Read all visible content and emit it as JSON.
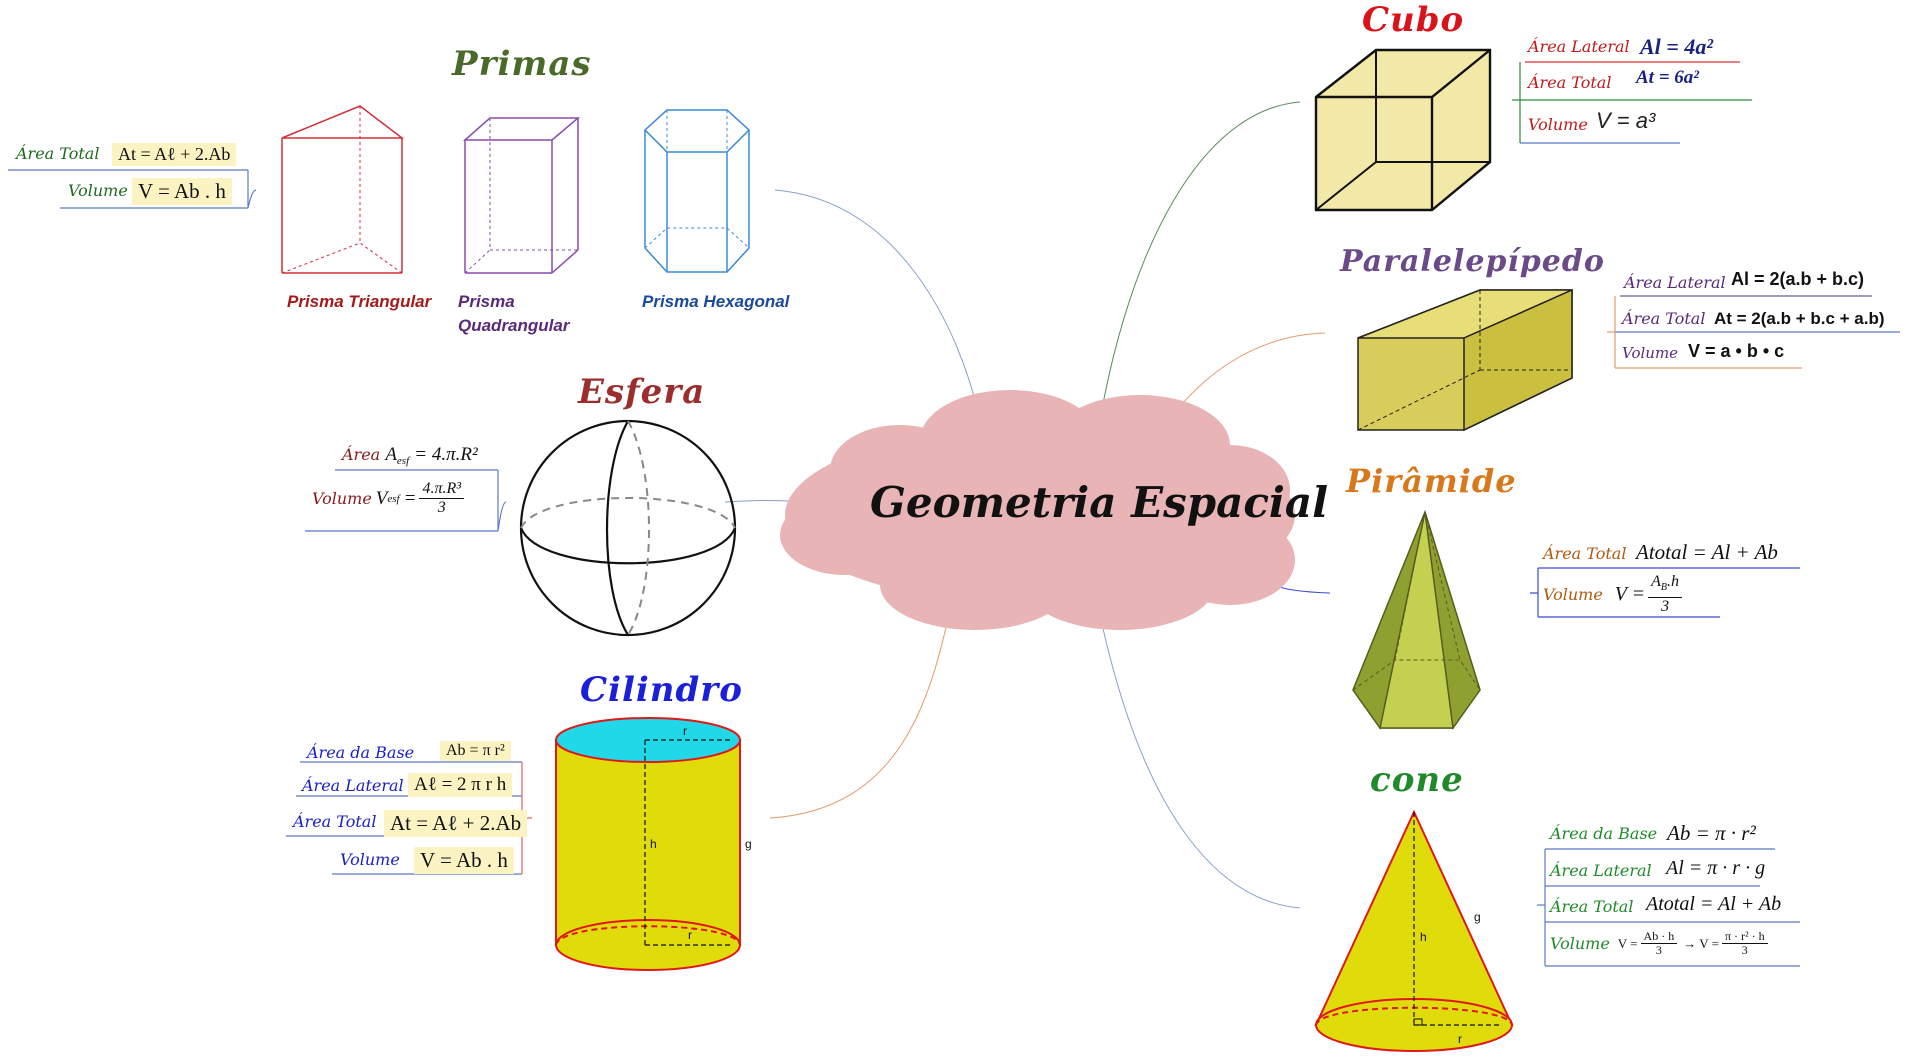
{
  "center": {
    "title": "Geometria Espacial"
  },
  "prismas": {
    "title": "Primas",
    "captions": {
      "triangular": "Prisma Triangular",
      "quadrangular": "Prisma Quadrangular",
      "hexagonal": "Prisma Hexagonal"
    },
    "formulas": {
      "area_total_label": "Área Total",
      "area_total": "At = Aℓ + 2.Ab",
      "volume_label": "Volume",
      "volume": "V = Ab . h"
    }
  },
  "esfera": {
    "title": "Esfera",
    "area_label": "Área",
    "area_lhs": "A",
    "area_sub": "esf",
    "area_rhs": "= 4.π.R²",
    "volume_label": "Volume",
    "volume_lhs": "V",
    "volume_sub": "esf",
    "volume_eq": "=",
    "volume_num": "4.π.R³",
    "volume_den": "3"
  },
  "cilindro": {
    "title": "Cilindro",
    "area_base_label": "Área da Base",
    "area_base": "Ab = π r²",
    "area_lateral_label": "Área Lateral",
    "area_lateral": "Aℓ = 2 π r h",
    "area_total_label": "Área Total",
    "area_total": "At = Aℓ + 2.Ab",
    "volume_label": "Volume",
    "volume": "V = Ab . h",
    "fig_r": "r",
    "fig_h": "h",
    "fig_g": "g"
  },
  "cubo": {
    "title": "Cubo",
    "area_lateral_label": "Área Lateral",
    "area_lateral": "Al = 4a²",
    "area_total_label": "Área Total",
    "area_total": "At = 6a²",
    "volume_label": "Volume",
    "volume": "V = a³"
  },
  "paralelepipedo": {
    "title": "Paralelepípedo",
    "area_lateral_label": "Área Lateral",
    "area_lateral": "Al = 2(a.b + b.c)",
    "area_total_label": "Área Total",
    "area_total": "At = 2(a.b + b.c + a.b)",
    "volume_label": "Volume",
    "volume": "V = a • b • c"
  },
  "piramide": {
    "title": "Pirâmide",
    "area_total_label": "Área Total",
    "area_total": "Atotal = Al + Ab",
    "volume_label": "Volume",
    "volume_lhs": "V =",
    "volume_num": "A",
    "volume_num_sub": "B",
    "volume_num_rest": ".h",
    "volume_den": "3"
  },
  "cone": {
    "title": "cone",
    "area_base_label": "Área da Base",
    "area_base": "Ab = π · r²",
    "area_lateral_label": "Área Lateral",
    "area_lateral": "Al = π · r · g",
    "area_total_label": "Área Total",
    "area_total": "Atotal = Al + Ab",
    "volume_label": "Volume",
    "volume_v1": "V =",
    "volume_num1": "Ab · h",
    "volume_den1": "3",
    "volume_arrow": "→",
    "volume_v2": "V =",
    "volume_num2": "π · r² · h",
    "volume_den2": "3",
    "fig_h": "h",
    "fig_g": "g",
    "fig_r": "r"
  },
  "colors": {
    "prismas_title": "#4a6a2a",
    "esfera_title": "#9b2d2d",
    "cilindro_title": "#1a20d8",
    "cubo_title": "#d8141a",
    "paralelepipedo_title": "#6b4a8a",
    "piramide_title": "#d8781a",
    "cone_title": "#1f8a2a",
    "cloud": "#e8b4b6"
  }
}
